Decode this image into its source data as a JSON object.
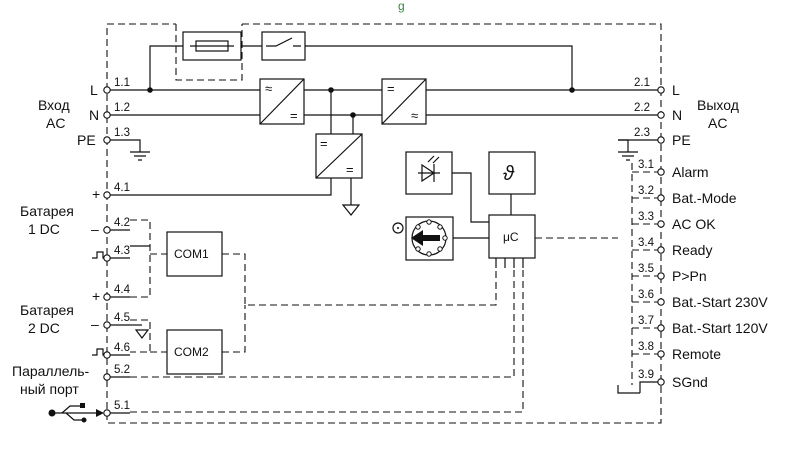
{
  "top_mark": "g",
  "inputs": {
    "ac_in_line1": "Вход",
    "ac_in_line2": "AC",
    "bat1_line1": "Батарея",
    "bat1_line2": "1 DC",
    "bat2_line1": "Батарея",
    "bat2_line2": "2 DC",
    "par_line1": "Параллель-",
    "par_line2": "ный порт",
    "pin_L": "L",
    "pin_N": "N",
    "pin_PE": "PE",
    "plus": "+",
    "minus": "–"
  },
  "outputs": {
    "ac_out_line1": "Выход",
    "ac_out_line2": "AC",
    "pin_L": "L",
    "pin_N": "N",
    "pin_PE": "PE",
    "signals": [
      "Alarm",
      "Bat.-Mode",
      "AC OK",
      "Ready",
      "P>Pn",
      "Bat.-Start 230V",
      "Bat.-Start 120V",
      "Remote",
      "SGnd"
    ]
  },
  "terminals": {
    "left": [
      "1.1",
      "1.2",
      "1.3",
      "4.1",
      "4.2",
      "4.3",
      "4.4",
      "4.5",
      "4.6",
      "5.2",
      "5.1"
    ],
    "right_power": [
      "2.1",
      "2.2",
      "2.3"
    ],
    "right_signal": [
      "3.1",
      "3.2",
      "3.3",
      "3.4",
      "3.5",
      "3.6",
      "3.7",
      "3.8",
      "3.9"
    ]
  },
  "blocks": {
    "com1": "COM1",
    "com2": "COM2",
    "uc": "μC",
    "temp_symbol": "ϑ",
    "ac_symbol": "≈",
    "dc_symbol": "="
  }
}
